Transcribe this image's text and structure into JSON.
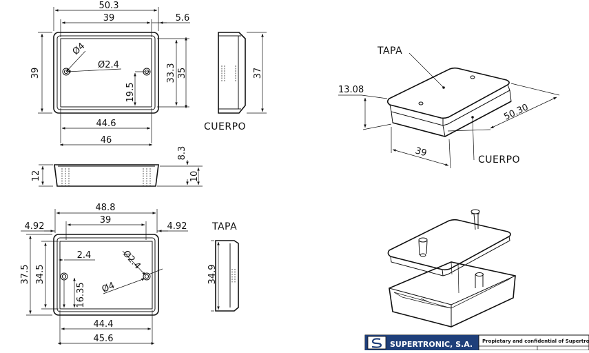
{
  "views": {
    "body_top": {
      "dims": {
        "overall_width": "50.3",
        "inner_width": "39",
        "right_offset": "5.6",
        "overall_height": "39",
        "inner_height_a": "33.3",
        "inner_height_b": "35",
        "hole_offset": "19.5",
        "base_width": "44.6",
        "outer_width": "46",
        "dia_outer": "Ø4",
        "dia_inner": "Ø2.4"
      },
      "label": "CUERPO"
    },
    "body_side": {
      "dims": {
        "depth": "37"
      }
    },
    "body_front": {
      "dims": {
        "height_outer": "12",
        "height_inner": "10",
        "lip": "8.3"
      }
    },
    "lid_top": {
      "dims": {
        "overall_width": "48.8",
        "inner_width": "39",
        "left_offset": "4.92",
        "right_offset": "4.92",
        "height_outer": "37.5",
        "height_inner": "34.5",
        "hole_x": "2.4",
        "hole_y": "16.35",
        "dia_inner": "Ø2.4",
        "dia_outer": "Ø4",
        "base_width_a": "44.4",
        "base_width_b": "45.6"
      },
      "label": "TAPA"
    },
    "lid_side": {
      "dims": {
        "depth": "34.9"
      }
    },
    "iso": {
      "label_lid": "TAPA",
      "label_body": "CUERPO",
      "dims": {
        "height": "13.08",
        "length": "50.30",
        "width": "39"
      }
    }
  },
  "title_block": {
    "company": "SUPERTRONIC, S.A.",
    "notice": "Propietary and confidential of Supertronic"
  },
  "colors": {
    "ink": "#111111",
    "title_bar": "#1f3f7a"
  }
}
